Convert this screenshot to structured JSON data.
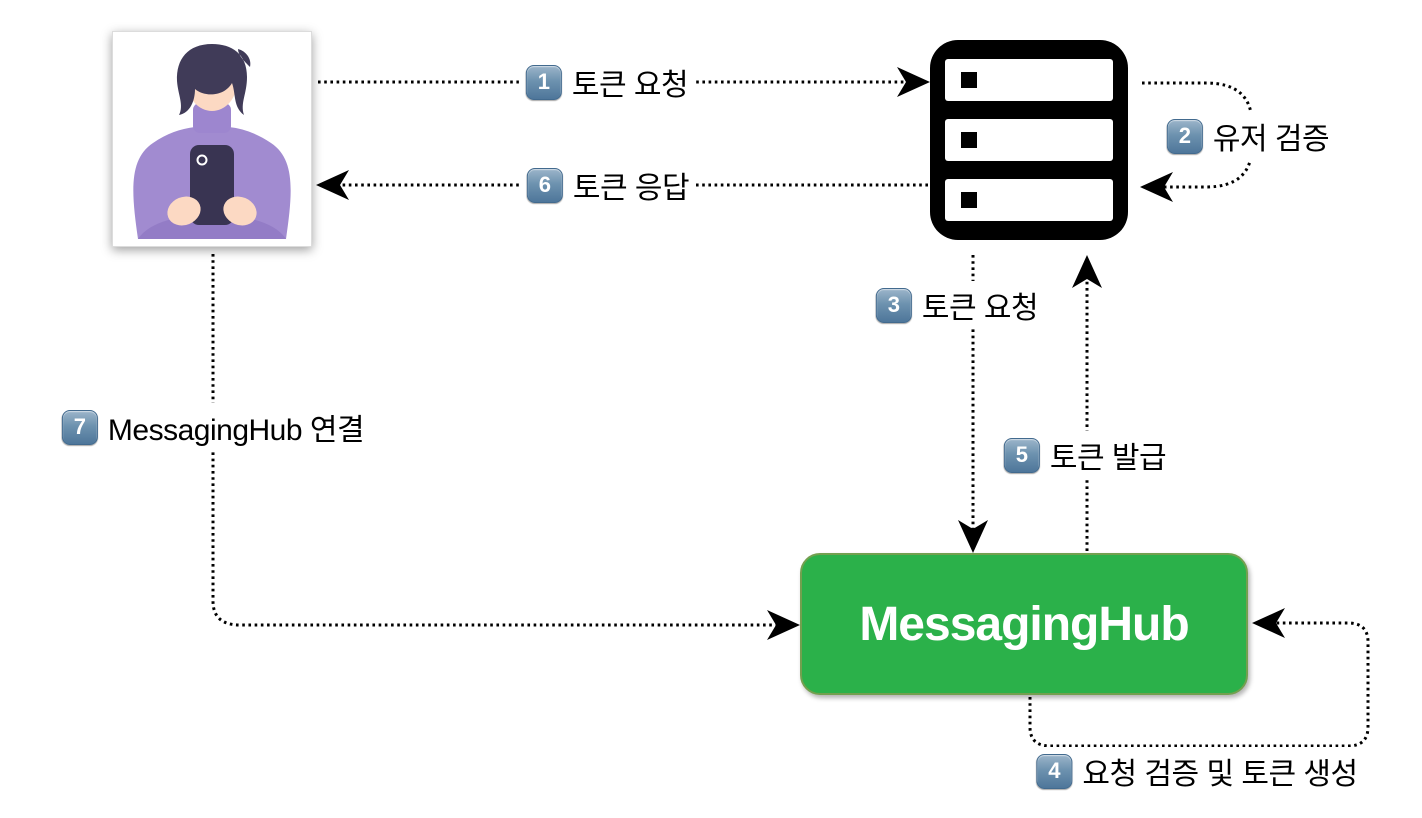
{
  "hub": {
    "label": "MessagingHub",
    "bg_color": "#2bb14a",
    "border_color": "#73a04f",
    "text_color": "#ffffff"
  },
  "actors": {
    "user": "user-photo-illustration",
    "auth_server": "server-icon"
  },
  "badge": {
    "top_color": "#9cb5ca",
    "bottom_color": "#4e769a",
    "text_color": "#ffffff"
  },
  "steps": [
    {
      "num": "1",
      "label": "토큰 요청"
    },
    {
      "num": "2",
      "label": "유저 검증"
    },
    {
      "num": "3",
      "label": "토큰 요청"
    },
    {
      "num": "4",
      "label": "요청 검증 및 토큰 생성"
    },
    {
      "num": "5",
      "label": "토큰 발급"
    },
    {
      "num": "6",
      "label": "토큰 응답"
    },
    {
      "num": "7",
      "label": "MessagingHub 연결"
    }
  ],
  "colors": {
    "wire": "#000000",
    "sweater": "#a18bd0",
    "hair": "#403b58",
    "skin": "#fcd9c3",
    "phone": "#393452",
    "server_icon": "#000000"
  }
}
